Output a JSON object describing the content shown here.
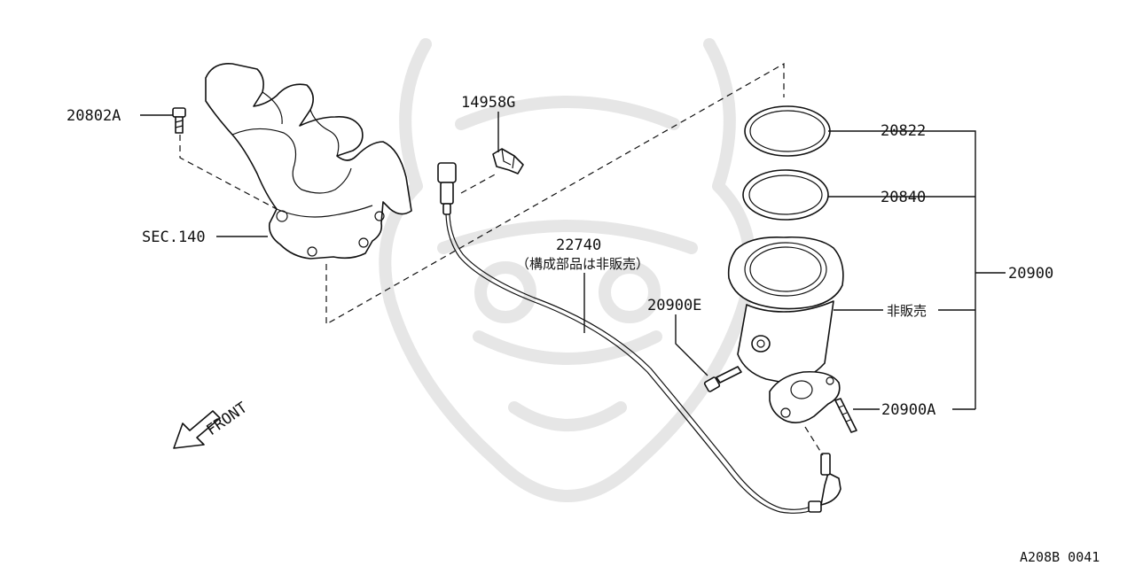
{
  "diagram": {
    "drawing_code": "A208B 0041",
    "front_label": "FRONT",
    "callouts": {
      "bolt_20802a": "20802A",
      "sec_140": "SEC.140",
      "clip_14958g": "14958G",
      "sensor_22740": "22740",
      "sensor_note": "（構成部品は非販売）",
      "bolt_20900e": "20900E",
      "gasket_20822": "20822",
      "gasket_20840": "20840",
      "not_sold": "非販売",
      "stud_20900a": "20900A",
      "assembly_20900": "20900"
    }
  }
}
